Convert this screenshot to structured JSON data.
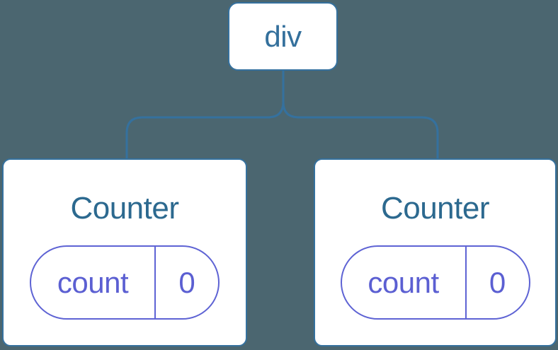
{
  "colors": {
    "background": "#4b6670",
    "node_border": "#35719e",
    "node_text": "#34709c",
    "title_text": "#2c698f",
    "state_accent": "#5e63d4",
    "state_text": "#5b5fd2",
    "card_background": "#ffffff"
  },
  "tree": {
    "root": {
      "label": "div"
    },
    "children": [
      {
        "title": "Counter",
        "state": {
          "key": "count",
          "value": "0"
        }
      },
      {
        "title": "Counter",
        "state": {
          "key": "count",
          "value": "0"
        }
      }
    ]
  }
}
